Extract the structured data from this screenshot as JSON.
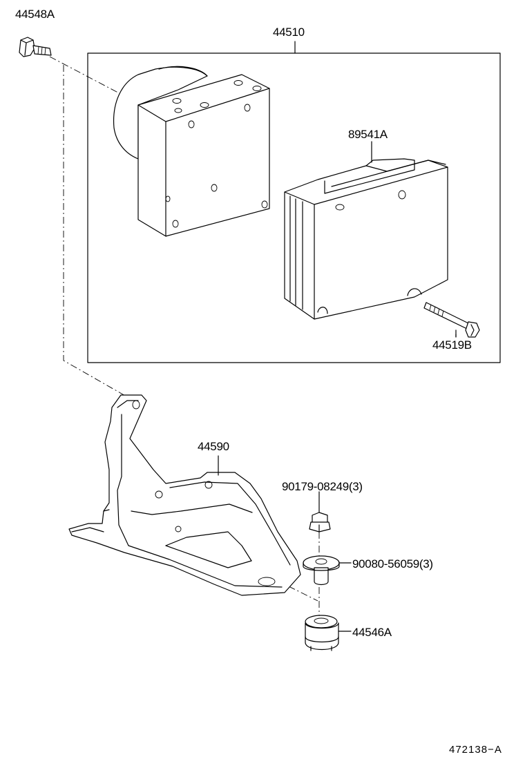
{
  "diagram": {
    "labels": {
      "bolt_top": "44548A",
      "assembly": "44510",
      "ecu": "89541A",
      "ecu_bolt": "44519B",
      "bracket": "44590",
      "bolt_small": "90179-08249(3)",
      "collar": "90080-56059(3)",
      "cushion": "44546A",
      "figure_number": "472138−A"
    }
  }
}
